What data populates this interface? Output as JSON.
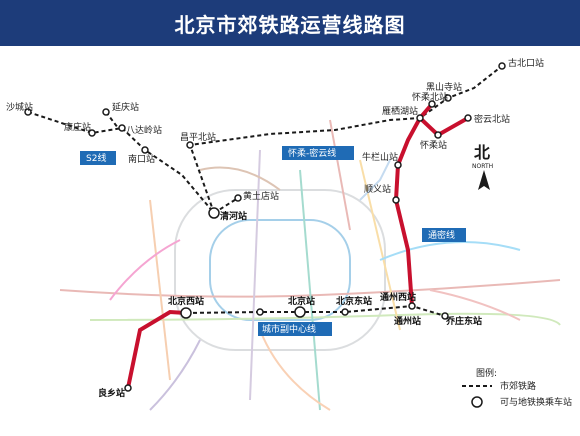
{
  "title": "北京市郊铁路运营线路图",
  "lines": {
    "s2": "S2线",
    "huairou_miyun": "怀柔-密云线",
    "tongmi": "通密线",
    "city_sub_center": "城市副中心线"
  },
  "stations": {
    "shacheng": "沙城站",
    "yanqing": "延庆站",
    "kangzhuang": "康庄站",
    "badaling": "八达岭站",
    "nankou": "南口站",
    "changping_bei": "昌平北站",
    "huangtudian": "黄土店站",
    "qinghe": "清河站",
    "gubeikou": "古北口站",
    "heishansi": "黑山寺站",
    "huairou_bei": "怀柔北站",
    "yanqihu": "雁栖湖站",
    "miyun_bei": "密云北站",
    "huairou": "怀柔站",
    "niulanshan": "牛栏山站",
    "shunyi": "顺义站",
    "beijing_xi": "北京西站",
    "beijing": "北京站",
    "beijing_dong": "北京东站",
    "tongzhou_xi": "通州西站",
    "tongzhou": "通州站",
    "qiaozhuang_dong": "乔庄东站",
    "liangxiang": "良乡站"
  },
  "compass": {
    "char": "北",
    "word": "NORTH"
  },
  "legend": {
    "title": "图例:",
    "suburban_rail": "市郊铁路",
    "transfer_station": "可与地铁换乘车站"
  },
  "colors": {
    "title_bg": "#1d3c7a",
    "line_red": "#c8102e",
    "line_dashed": "#1a1a1a",
    "tag_blue": "#1f6bb5"
  }
}
